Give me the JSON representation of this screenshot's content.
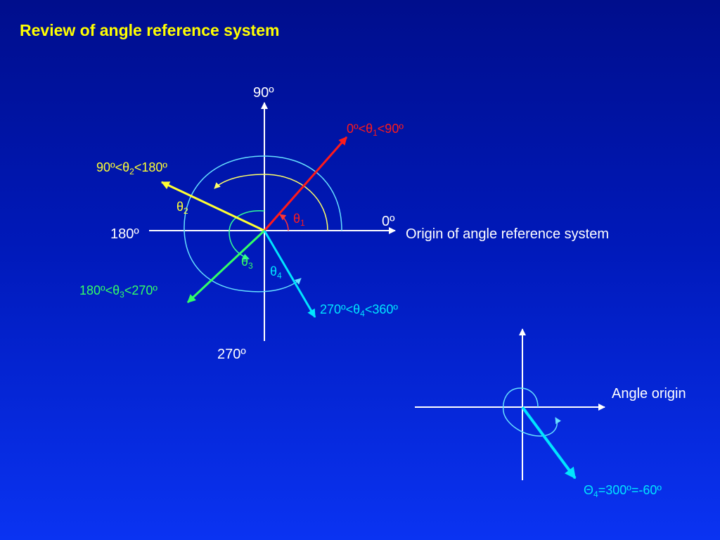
{
  "slide": {
    "title": "Review of angle reference system"
  },
  "main_diagram": {
    "axis_labels": {
      "deg_90": "90º",
      "deg_0": "0º",
      "deg_180": "180º",
      "deg_270": "270º"
    },
    "origin_caption": "Origin of angle reference system",
    "angles": [
      {
        "id": "theta1",
        "symbol": "θ",
        "subscript": "1",
        "range_left": "0º<θ",
        "range_right": "<90º",
        "color": "#ff1a1a"
      },
      {
        "id": "theta2",
        "symbol": "θ",
        "subscript": "2",
        "range_left": "90º<θ",
        "range_right": "<180º",
        "color": "#ffff33"
      },
      {
        "id": "theta3",
        "symbol": "θ",
        "subscript": "3",
        "range_left": "180º<θ",
        "range_right": "<270º",
        "color": "#33ff66"
      },
      {
        "id": "theta4",
        "symbol": "θ",
        "subscript": "4",
        "range_left": "270º<θ",
        "range_right": "<360º",
        "color": "#00e5ff"
      }
    ],
    "colors": {
      "axes": "#ffffff",
      "arc_outer": "#66e0ff",
      "arc_theta2": "#ffff66",
      "arc_theta1": "#ff3333",
      "arc_theta3": "#33ff99"
    }
  },
  "second_diagram": {
    "caption": "Angle origin",
    "result_left": "Θ",
    "result_subscript": "4",
    "result_right": "=300º=-60º",
    "color": "#00e5ff"
  }
}
